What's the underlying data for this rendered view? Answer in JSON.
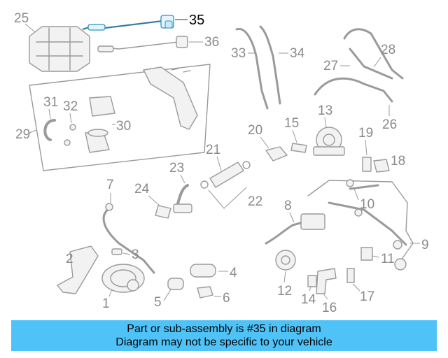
{
  "callouts": {
    "c1": "1",
    "c2": "2",
    "c3": "3",
    "c4": "4",
    "c5": "5",
    "c6": "6",
    "c7": "7",
    "c8": "8",
    "c9": "9",
    "c10": "10",
    "c11": "11",
    "c12": "12",
    "c13": "13",
    "c14": "14",
    "c15": "15",
    "c16": "16",
    "c17": "17",
    "c18": "18",
    "c19": "19",
    "c20": "20",
    "c21": "21",
    "c22": "22",
    "c23": "23",
    "c24": "24",
    "c25": "25",
    "c26": "26",
    "c27": "27",
    "c28": "28",
    "c29": "29",
    "c30": "30",
    "c31": "31",
    "c32": "32",
    "c33": "33",
    "c34": "34",
    "c35": "35",
    "c36": "36"
  },
  "highlight": {
    "part": "35",
    "color": "#2a93c4"
  },
  "banner": {
    "line1": "Part or sub-assembly is #35 in diagram",
    "line2": "Diagram may not be specific to your vehicle",
    "color": "#4fc3f7"
  }
}
